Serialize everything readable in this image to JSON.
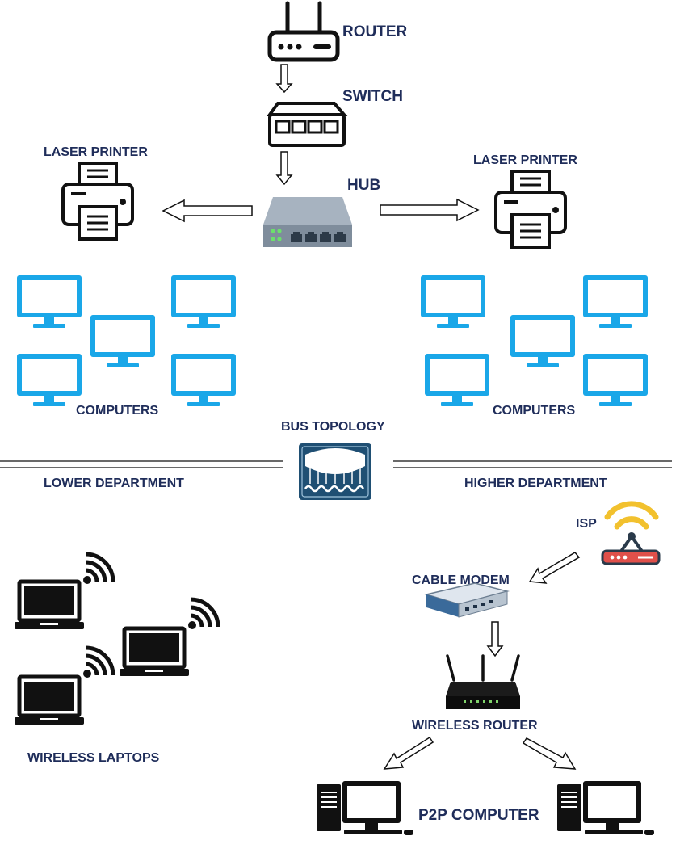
{
  "labels": {
    "router": "ROUTER",
    "switch": "SWITCH",
    "hub": "HUB",
    "laser_printer_left": "LASER PRINTER",
    "laser_printer_right": "LASER PRINTER",
    "computers_left": "COMPUTERS",
    "computers_right": "COMPUTERS",
    "bus_topology": "BUS TOPOLOGY",
    "lower_department": "LOWER DEPARTMENT",
    "higher_department": "HIGHER DEPARTMENT",
    "isp": "ISP",
    "cable_modem": "CABLE MODEM",
    "wireless_router": "WIRELESS ROUTER",
    "wireless_laptops": "WIRELESS LAPTOPS",
    "p2p_computer": "P2P COMPUTER"
  },
  "colors": {
    "label_text": "#1f2d5a",
    "monitor": "#1aa7e8",
    "hub_body": "#8a98a8",
    "bus_icon": "#1f4f73",
    "isp_wifi": "#f2c12e",
    "isp_router": "#e0504a",
    "black": "#111111"
  }
}
